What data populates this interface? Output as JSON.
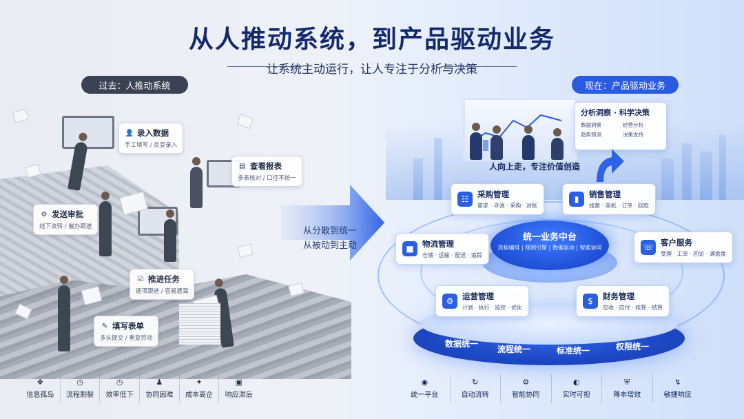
{
  "header": {
    "title": "从人推动系统，到产品驱动业务",
    "subtitle": "让系统主动运行，让人专注于分析与决策"
  },
  "left": {
    "badge": "过去：人推动系统",
    "cards": [
      {
        "title": "录入数据",
        "sub": "手工填写 / 反复录入",
        "icon": "user-icon"
      },
      {
        "title": "查看报表",
        "sub": "多表核对 / 口径不统一",
        "icon": "clipboard-icon"
      },
      {
        "title": "发送审批",
        "sub": "线下流转 / 催办跟进",
        "icon": "person-check-icon"
      },
      {
        "title": "推进任务",
        "sub": "逐项跟进 / 容易遗漏",
        "icon": "checklist-icon"
      },
      {
        "title": "填写表单",
        "sub": "多头提交 / 重复劳动",
        "icon": "form-icon"
      }
    ],
    "bottom": [
      {
        "label": "信息孤岛",
        "icon": "island-icon"
      },
      {
        "label": "流程割裂",
        "icon": "clock-icon"
      },
      {
        "label": "效率低下",
        "icon": "shield-clock-icon"
      },
      {
        "label": "协同困难",
        "icon": "team-icon"
      },
      {
        "label": "成本高企",
        "icon": "network-icon"
      },
      {
        "label": "响应滞后",
        "icon": "monitor-icon"
      }
    ]
  },
  "transition": {
    "line1": "从分散到统一",
    "line2": "从被动到主动"
  },
  "right": {
    "badge": "现在：产品驱动业务",
    "insight": {
      "title": "分析洞察 · 科学决策",
      "items": [
        "数据洞察",
        "经营分析",
        "趋势预测",
        "决策支持"
      ]
    },
    "up_caption": "人向上走，专注价值创造",
    "hub": {
      "title": "统一业务中台",
      "sub": "流程编排 | 规则引擎 | 数据驱动 | 智能协同"
    },
    "modules": [
      {
        "title": "采购管理",
        "sub": "需求 · 寻源 · 采购 · 对账",
        "icon": "cart-icon"
      },
      {
        "title": "销售管理",
        "sub": "线索 · 商机 · 订单 · 回款",
        "icon": "bar-chart-icon"
      },
      {
        "title": "物流管理",
        "sub": "仓储 · 运输 · 配送 · 追踪",
        "icon": "boxes-icon"
      },
      {
        "title": "客户服务",
        "sub": "受理 · 工单 · 回访 · 满意度",
        "icon": "headset-icon"
      },
      {
        "title": "运营管理",
        "sub": "计划 · 执行 · 监控 · 优化",
        "icon": "gear-people-icon"
      },
      {
        "title": "财务管理",
        "sub": "应收 · 应付 · 核算 · 结算",
        "icon": "dollar-shield-icon"
      }
    ],
    "unify": [
      "数据统一",
      "流程统一",
      "标准统一",
      "权限统一"
    ],
    "bottom": [
      {
        "label": "统一平台",
        "icon": "platform-icon"
      },
      {
        "label": "自动流转",
        "icon": "flow-icon"
      },
      {
        "label": "智能协同",
        "icon": "gear-icon"
      },
      {
        "label": "实时可视",
        "icon": "gauge-icon"
      },
      {
        "label": "降本增效",
        "icon": "shield-icon"
      },
      {
        "label": "敏捷响应",
        "icon": "bolt-chart-icon"
      }
    ]
  },
  "colors": {
    "title": "#13296b",
    "accent_blue": "#2a5be0",
    "left_badge": "#3a4253"
  }
}
